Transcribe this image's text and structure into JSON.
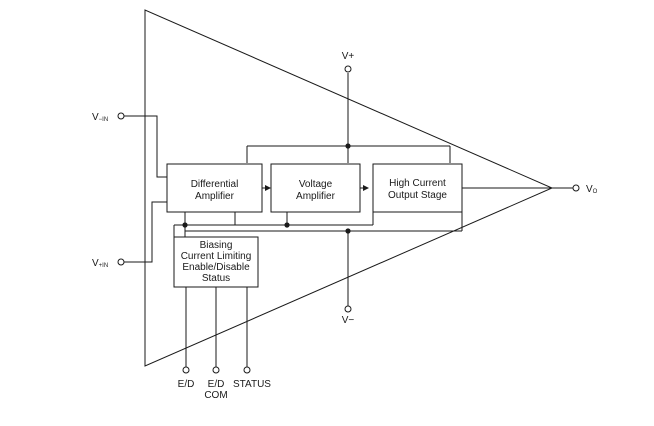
{
  "blocks": {
    "differential": [
      "Differential",
      "Amplifier"
    ],
    "voltage": [
      "Voltage",
      "Amplifier"
    ],
    "output": [
      "High Current",
      "Output Stage"
    ],
    "biasing": [
      "Biasing",
      "Current Limiting",
      "Enable/Disable",
      "Status"
    ]
  },
  "terminals": {
    "vplus": "V+",
    "vminus": "V−",
    "vin_minus": {
      "main": "V",
      "sub": "−IN"
    },
    "vin_plus": {
      "main": "V",
      "sub": "+IN"
    },
    "vout": {
      "main": "V",
      "sub": "O"
    },
    "ed": "E/D",
    "ed_com": [
      "E/D",
      "COM"
    ],
    "status": "STATUS"
  }
}
